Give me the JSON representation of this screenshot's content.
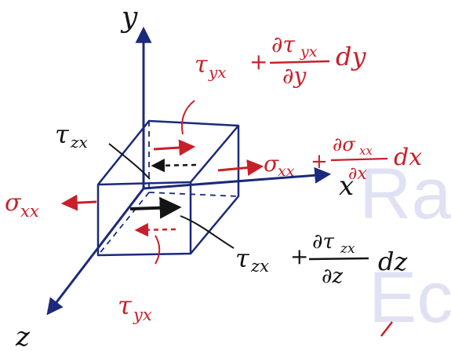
{
  "axes": {
    "y": "y",
    "x": "x",
    "z": "z"
  },
  "labels": {
    "tau_yx_top": {
      "a": "τ",
      "a_sub": "yx",
      "b": "+",
      "num": "∂τ",
      "num_sub": "yx",
      "den": "∂y",
      "c": "dy"
    },
    "tau_zx_left": {
      "a": "τ",
      "a_sub": "zx"
    },
    "sigma_xx_right": {
      "a": "σ",
      "a_sub": "xx",
      "b": "+",
      "num": "∂σ",
      "num_sub": "xx",
      "den": "∂x",
      "c": "dx"
    },
    "sigma_xx_left": {
      "a": "σ",
      "a_sub": "xx"
    },
    "tau_zx_front": {
      "a": "τ",
      "a_sub": "zx",
      "b": "+",
      "num": "∂τ",
      "num_sub": "zx",
      "den": "∂z",
      "c": "dz"
    },
    "tau_yx_bottom": {
      "a": "τ",
      "a_sub": "yx"
    }
  },
  "watermark": {
    "line1": "Ra",
    "line2": "Ec"
  },
  "colors": {
    "black": "#141414",
    "red": "#c8202a",
    "blue": "#1b2a7a"
  }
}
